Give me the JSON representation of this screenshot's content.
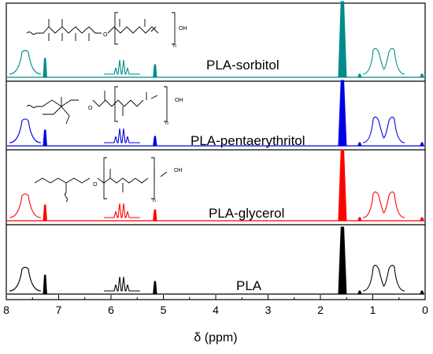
{
  "chart_data": {
    "type": "line",
    "subtype": "stacked-nmr-spectra",
    "xlabel": "δ (ppm)",
    "xlim": [
      8,
      0
    ],
    "x_reversed": true,
    "x_ticks": [
      8,
      7,
      6,
      5,
      4,
      3,
      2,
      1,
      0
    ],
    "grid": false,
    "series": [
      {
        "name": "PLA-sorbitol",
        "color": "#008b8b",
        "peaks_ppm": [
          7.26,
          5.16,
          1.58,
          1.25,
          0.06
        ],
        "insets": [
          "aromatic",
          "quartet",
          "doublet"
        ],
        "structure": "sorbitol-core"
      },
      {
        "name": "PLA-pentaerythritol",
        "color": "#0000e6",
        "peaks_ppm": [
          7.26,
          5.16,
          1.58,
          1.25,
          0.06
        ],
        "insets": [
          "aromatic",
          "quartet",
          "doublet"
        ],
        "structure": "pentaerythritol-core"
      },
      {
        "name": "PLA-glycerol",
        "color": "#ff0000",
        "peaks_ppm": [
          7.26,
          5.16,
          1.58,
          1.25,
          0.06
        ],
        "insets": [
          "aromatic",
          "quartet",
          "doublet"
        ],
        "structure": "glycerol-core"
      },
      {
        "name": "PLA",
        "color": "#000000",
        "peaks_ppm": [
          7.26,
          5.16,
          1.58,
          1.25,
          0.06
        ],
        "insets": [
          "aromatic",
          "quartet",
          "doublet"
        ],
        "structure": "none"
      }
    ],
    "structure_labels": [
      "O",
      "OH",
      "n"
    ]
  }
}
